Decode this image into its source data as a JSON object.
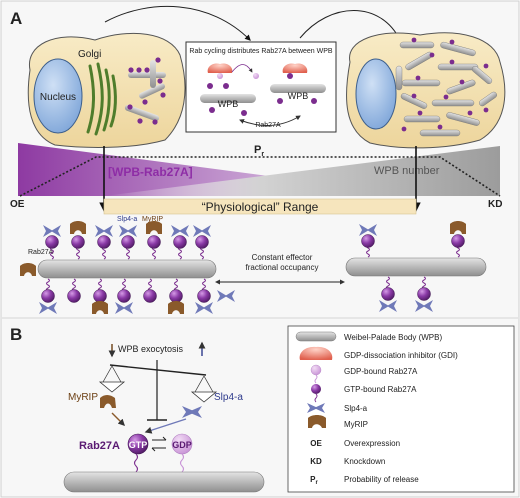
{
  "panel_a": {
    "label": "A",
    "cell_left": {
      "golgi": "Golgi",
      "nucleus": "Nucleus"
    },
    "inset": {
      "title": "Rab cycling distributes Rab27A between WPB",
      "wpb_left": "WPB",
      "wpb_right": "WPB",
      "rab_label": "Rab27A"
    },
    "gradient": {
      "pr_main": "P",
      "pr_sub": "r",
      "wpb_rab": "[WPB-Rab27A]",
      "wpb_number": "WPB number",
      "oe": "OE",
      "kd": "KD"
    },
    "range_label": "“Physiological” Range",
    "effector_labels": {
      "slp": "Slp4-a",
      "myrip": "MyRIP",
      "rab": "Rab27A"
    },
    "constant_line1": "Constant effector",
    "constant_line2": "fractional occupancy"
  },
  "panel_b": {
    "label": "B",
    "exocytosis": "WPB exocytosis",
    "myrip": "MyRIP",
    "slp": "Slp4-a",
    "rab": "Rab27A",
    "gtp": "GTP",
    "gdp": "GDP"
  },
  "legend": {
    "items": [
      {
        "icon": "wpb-icon",
        "label": "Weibel-Palade Body (WPB)"
      },
      {
        "icon": "gdi-icon",
        "label": "GDP-dissociation inhibitor (GDI)"
      },
      {
        "icon": "gdp-rab-icon",
        "label": "GDP-bound Rab27A"
      },
      {
        "icon": "gtp-rab-icon",
        "label": "GTP-bound Rab27A"
      },
      {
        "icon": "slp4a-icon",
        "label": "Slp4-a"
      },
      {
        "icon": "myrip-icon",
        "label": "MyRIP"
      },
      {
        "icon": "",
        "key": "OE",
        "label": "Overexpression"
      },
      {
        "icon": "",
        "key": "KD",
        "label": "Knockdown"
      },
      {
        "icon": "",
        "key": "P",
        "key_sub": "r",
        "label": "Probability of release"
      }
    ]
  },
  "colors": {
    "purple": "#7b2d8e",
    "slp": "#6f79b8",
    "myrip": "#8a5a2b",
    "wpb": "#c8c8c8",
    "cell": "#f2dfae",
    "range": "#f6e5bd"
  }
}
